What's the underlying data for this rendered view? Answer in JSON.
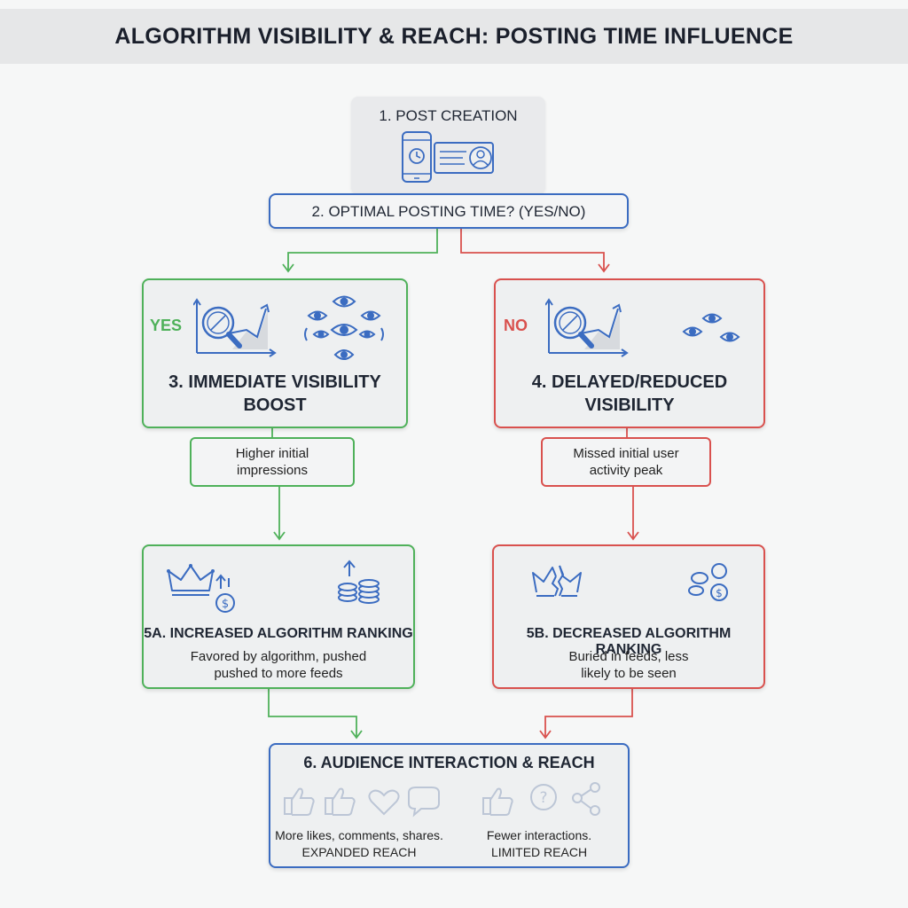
{
  "header": {
    "title": "ALGORITHM VISIBILITY & REACH: POSTING TIME INFLUENCE"
  },
  "step1": {
    "title": "1. POST CREATION"
  },
  "step2": {
    "title": "2. OPTIMAL POSTING TIME? (YES/NO)"
  },
  "yes_branch": {
    "tag": "YES",
    "title_line1": "3. IMMEDIATE VISIBILITY",
    "title_line2": "BOOST",
    "note_line1": "Higher initial",
    "note_line2": "impressions",
    "rank_title": "5A. INCREASED ALGORITHM RANKING",
    "rank_line1": "Favored by algorithm, pushed",
    "rank_line2": "pushed to more feeds"
  },
  "no_branch": {
    "tag": "NO",
    "title_line1": "4. DELAYED/REDUCED",
    "title_line2": "VISIBILITY",
    "note_line1": "Missed initial user",
    "note_line2": "activity peak",
    "rank_title": "5B. DECREASED ALGORITHM RANKING",
    "rank_line1": "Buried in feeds, less",
    "rank_line2": "likely to be seen"
  },
  "step6": {
    "title": "6. AUDIENCE INTERACTION & REACH",
    "left_line1": "More likes, comments, shares.",
    "left_line2": "EXPANDED REACH",
    "right_line1": "Fewer interactions.",
    "right_line2": "LIMITED REACH"
  },
  "colors": {
    "green": "#4fb15a",
    "red": "#d9514e",
    "blue": "#3b6cc1"
  }
}
